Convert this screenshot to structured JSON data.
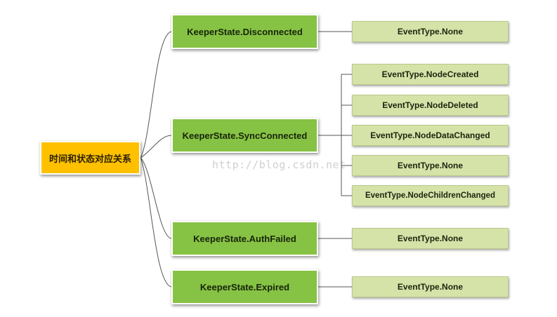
{
  "root": {
    "label": "时间和状态对应关系"
  },
  "states": [
    {
      "label": "KeeperState.Disconnected",
      "events": [
        "EventType.None"
      ]
    },
    {
      "label": "KeeperState.SyncConnected",
      "events": [
        "EventType.NodeCreated",
        "EventType.NodeDeleted",
        "EventType.NodeDataChanged",
        "EventType.None",
        "EventType.NodeChildrenChanged"
      ]
    },
    {
      "label": "KeeperState.AuthFailed",
      "events": [
        "EventType.None"
      ]
    },
    {
      "label": "KeeperState.Expired",
      "events": [
        "EventType.None"
      ]
    }
  ],
  "watermark": "http://blog.csdn.net",
  "colors": {
    "root": "#ffc000",
    "state": "#86c244",
    "event": "#d6e3a8",
    "line": "#555555"
  }
}
